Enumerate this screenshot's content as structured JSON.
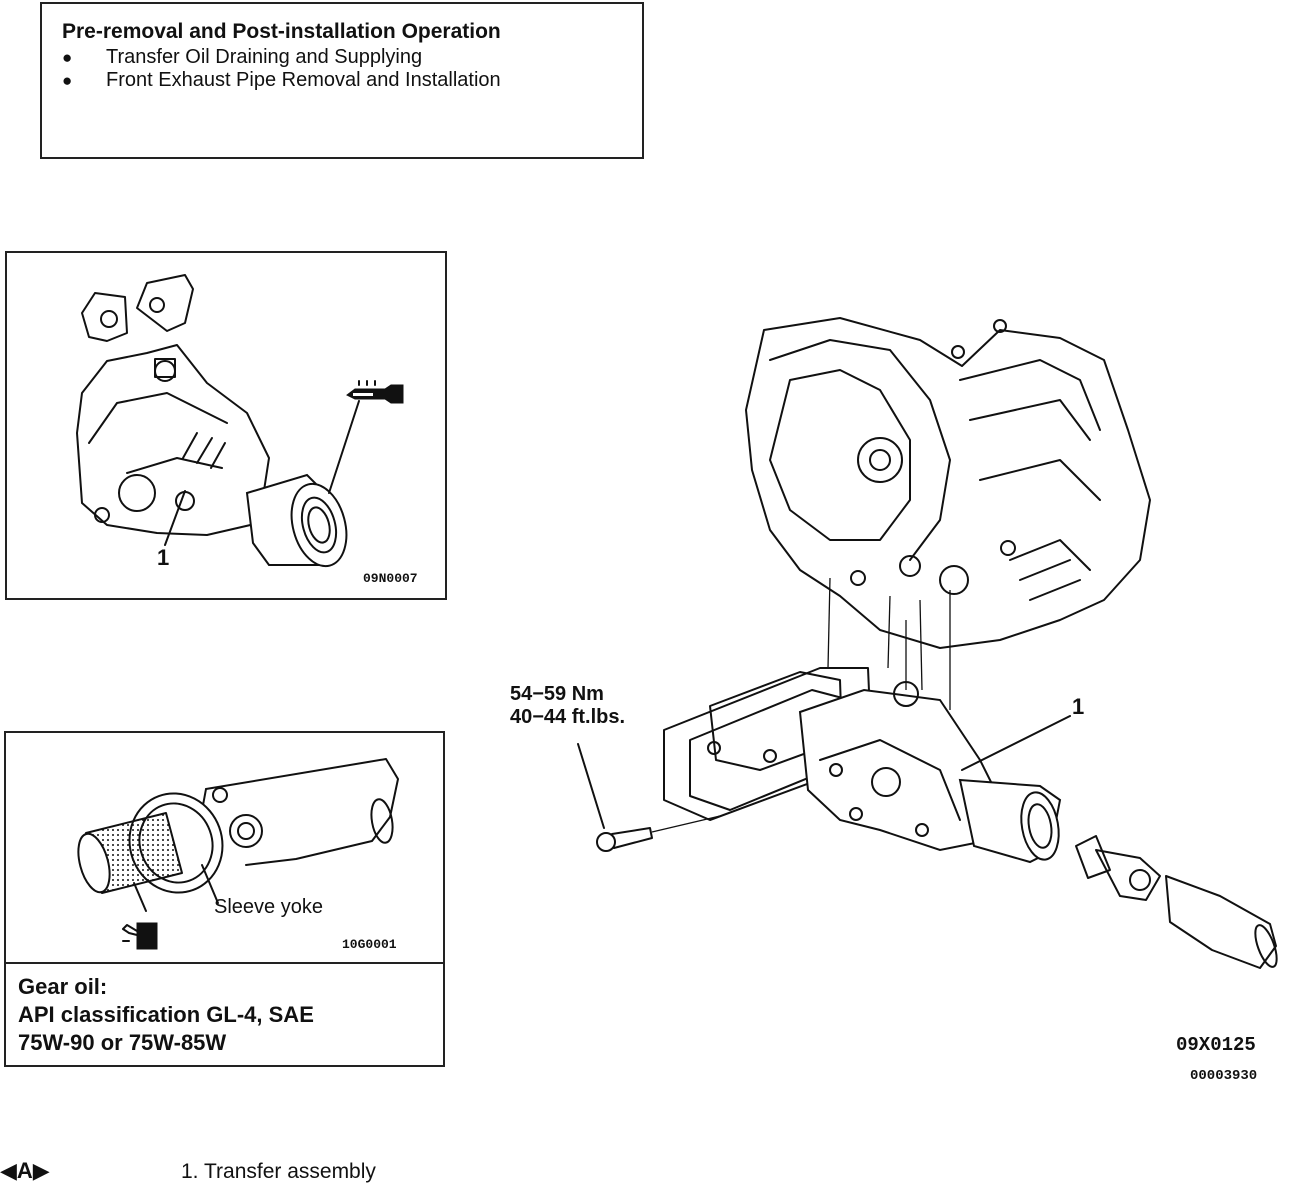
{
  "operation_box": {
    "title": "Pre-removal and Post-installation Operation",
    "bullet_symbol": "●",
    "items": [
      "Transfer Oil Draining and Supplying",
      "Front Exhaust Pipe Removal and Installation"
    ]
  },
  "figure_oil_seal": {
    "callout": "1",
    "code": "09N0007",
    "icon": "grease-gun-icon"
  },
  "figure_sleeve_yoke": {
    "label": "Sleeve yoke",
    "code": "10G0001",
    "icon": "oil-can-icon",
    "gear_oil_lines": [
      "Gear oil:",
      "API classification GL-4, SAE",
      "75W-90 or 75W-85W"
    ]
  },
  "main_figure": {
    "torque_lines": [
      "54−59 Nm",
      "40−44 ft.lbs."
    ],
    "callout": "1",
    "code": "09X0125",
    "doc_code": "00003930"
  },
  "legend": {
    "marker": "◀A▶",
    "item": "1. Transfer assembly"
  }
}
